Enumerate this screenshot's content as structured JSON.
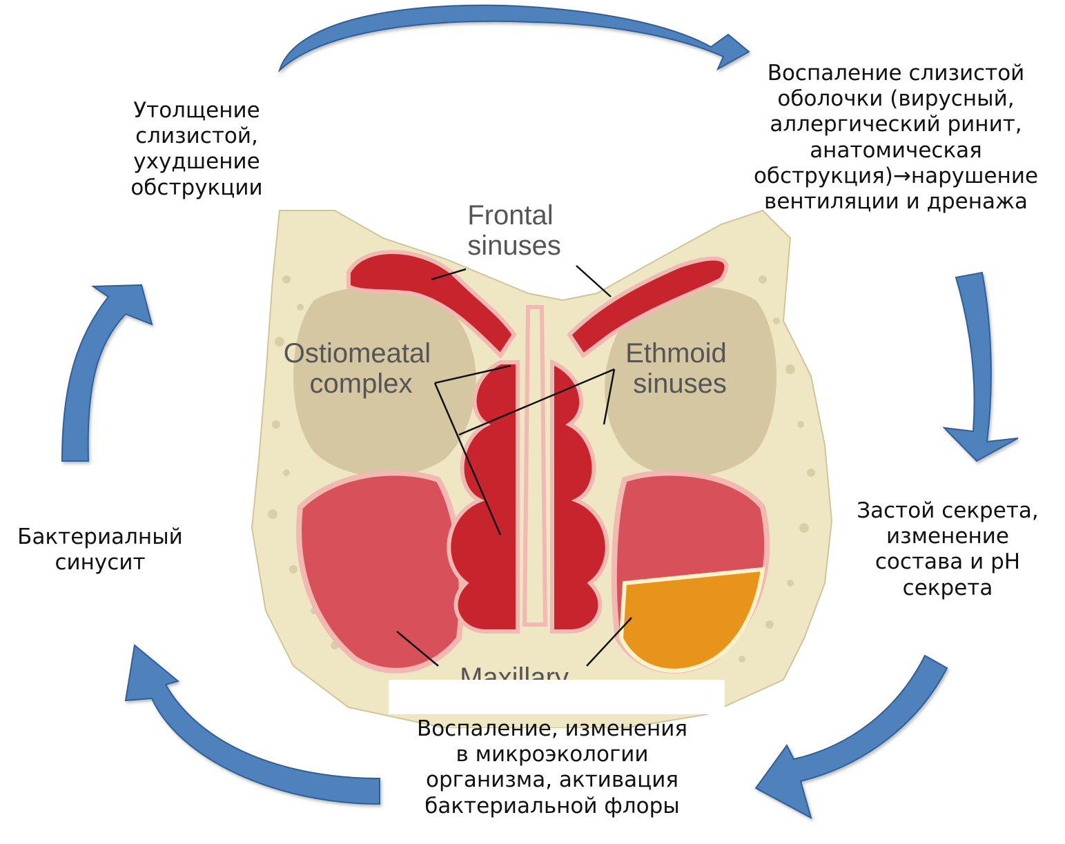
{
  "diagram": {
    "nodes": {
      "top_right": "Воспаление слизистой\nоболочки (вирусный,\nаллергический ринит,\nанатомическая\nобструкция)→нарушение\nвентиляции и дренажа",
      "right": "Застой секрета,\nизменение\nсостава и pH\nсекрета",
      "bottom": "Воспаление,  изменения\nв микроэкологии\nорганизма, активация\nбактериальной флоры",
      "left": "Бактериалный\nсинусит",
      "top_left": "Утолщение\nслизистой,\nухудшение\nобструкции"
    },
    "illustration_labels": {
      "frontal": "Frontal\nsinuses",
      "ostiomeatal": "Ostiomeatal\ncomplex",
      "ethmoid": "Ethmoid\nsinuses",
      "maxillary": "Maxillary"
    },
    "colors": {
      "arrow": "#4f81bd",
      "arrow_edge": "#2f5f95",
      "bone": "#efe7c4",
      "mucosa": "#c8242e",
      "sinus_fill": "#d8505a",
      "orbit": "#d4c7a1",
      "fluid": "#e8941c"
    }
  }
}
